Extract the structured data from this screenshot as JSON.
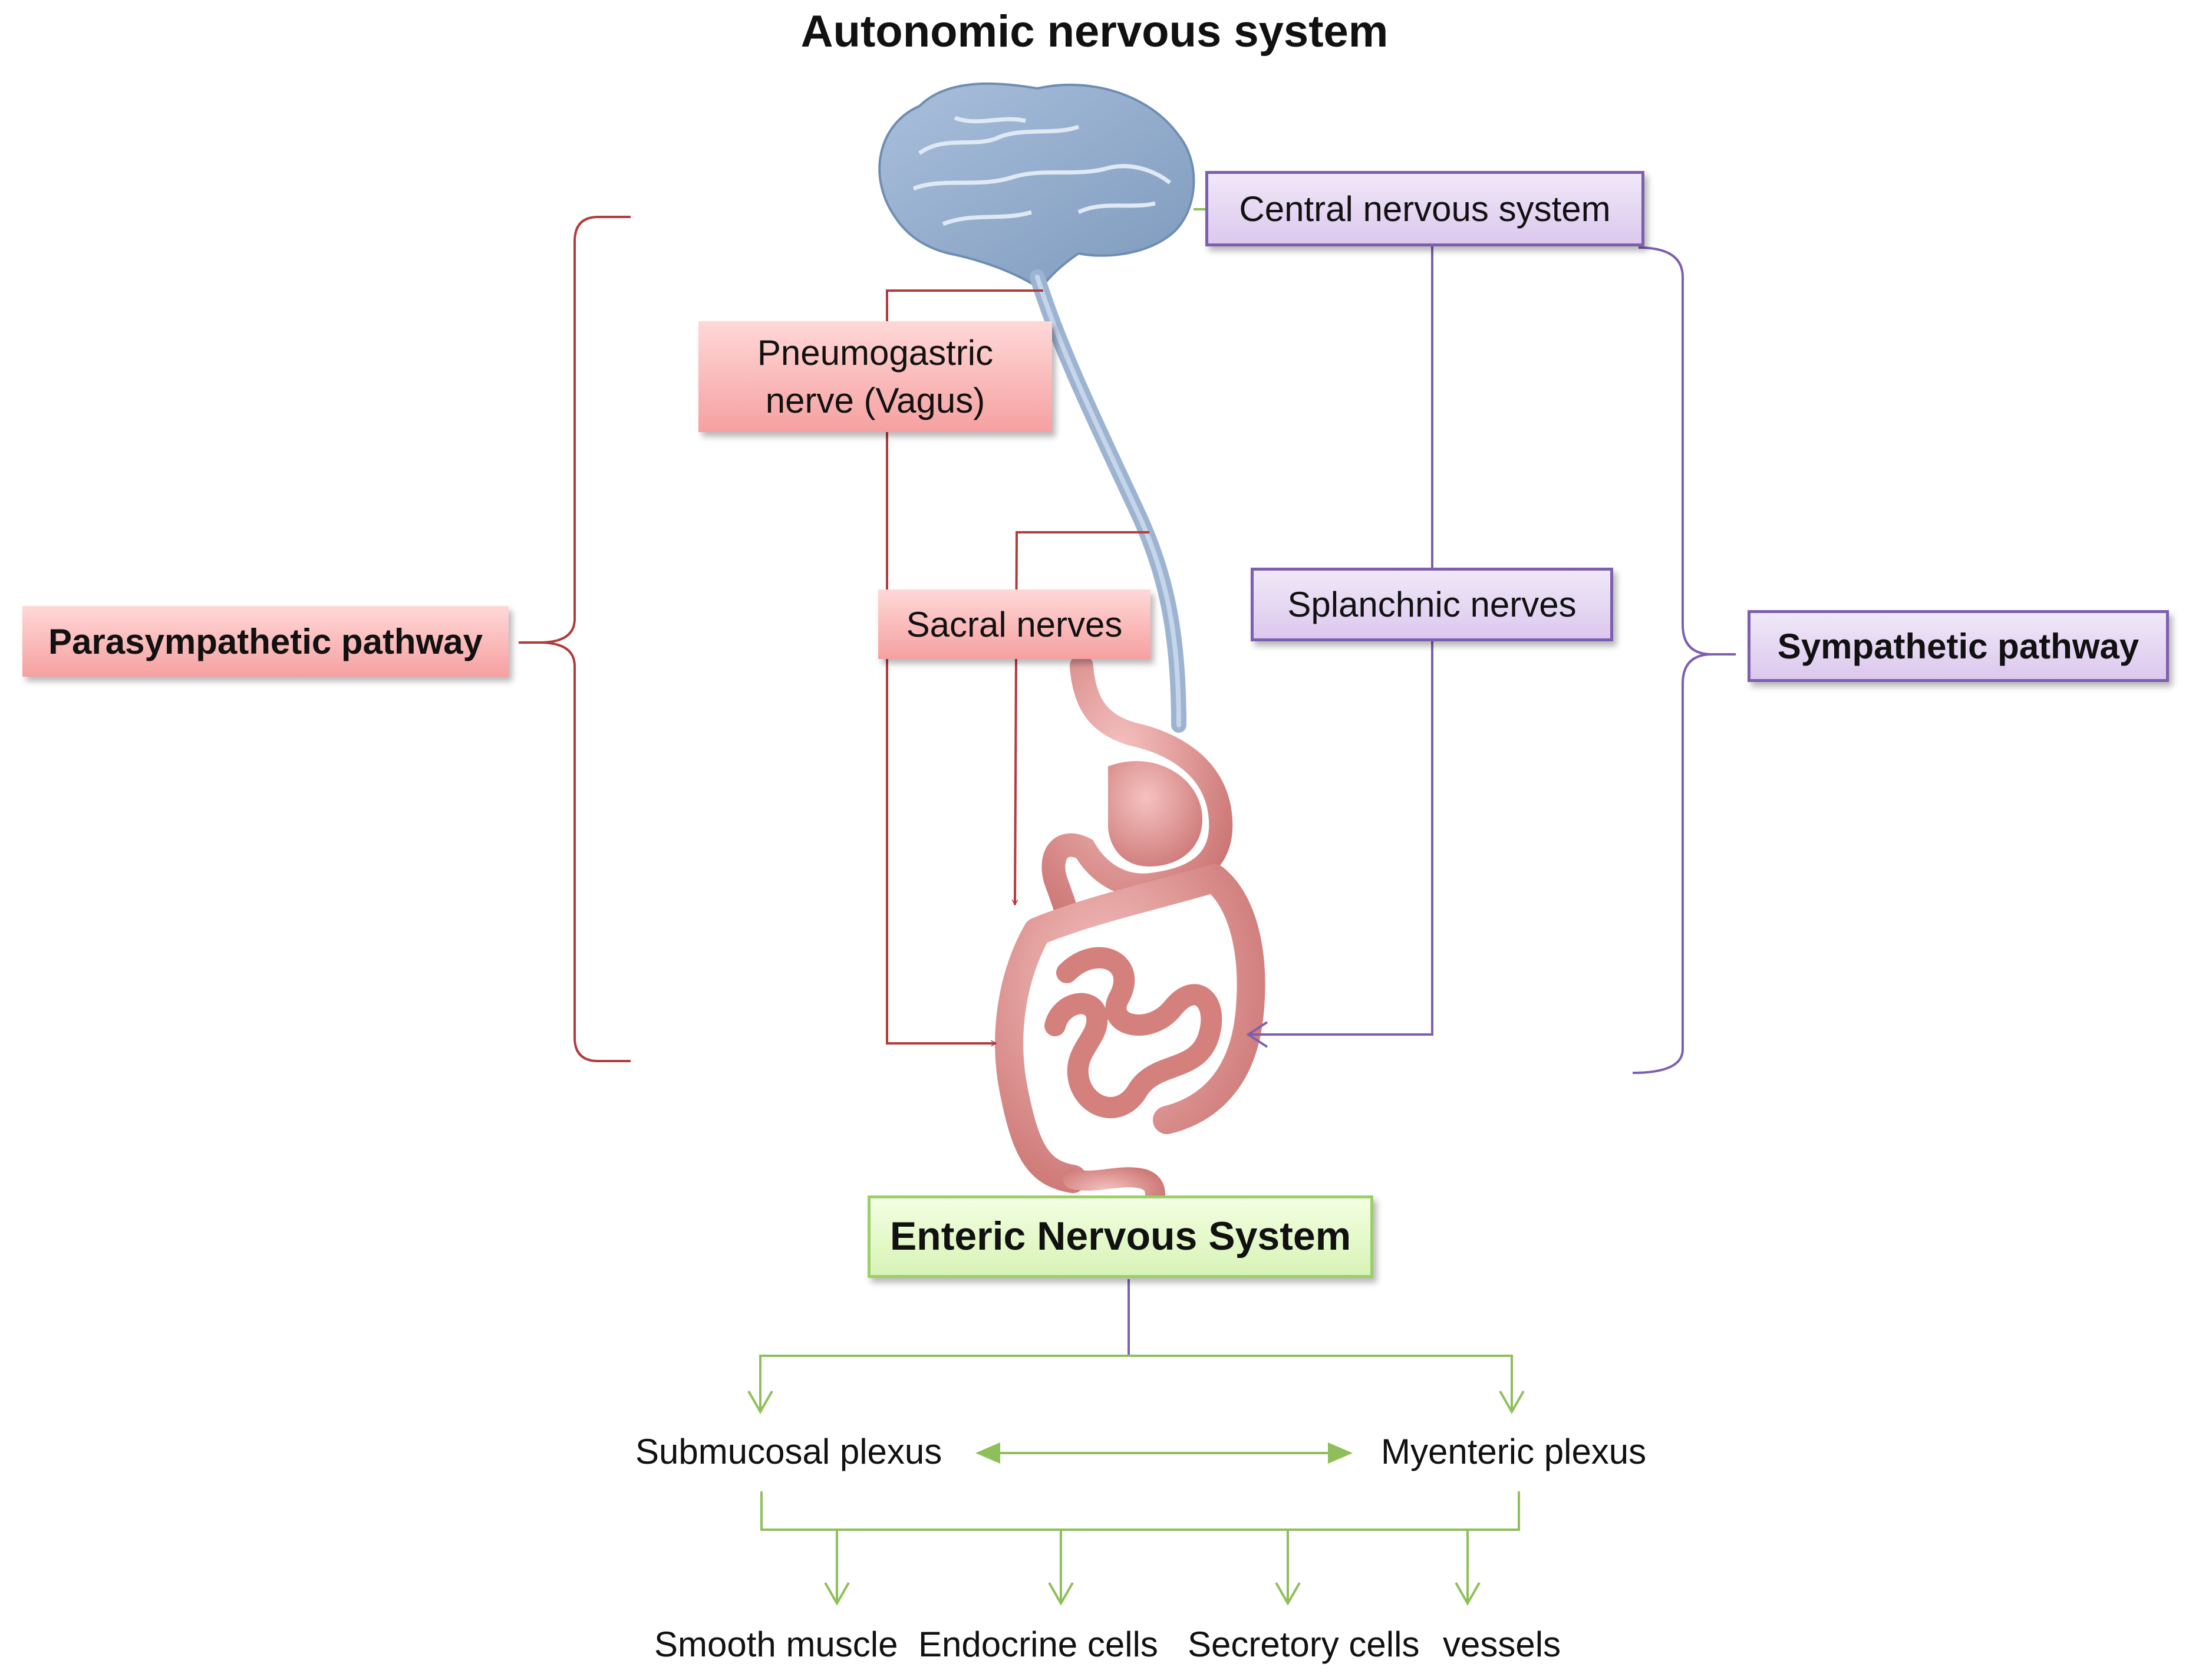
{
  "title": "Autonomic nervous system",
  "boxes": {
    "cns": "Central nervous system",
    "vagus_line1": "Pneumogastric",
    "vagus_line2": "nerve (Vagus)",
    "sacral": "Sacral nerves",
    "splanchnic": "Splanchnic nerves",
    "parasympathetic": "Parasympathetic pathway",
    "sympathetic": "Sympathetic pathway",
    "enteric": "Enteric Nervous System"
  },
  "plexus": {
    "submucosal": "Submucosal plexus",
    "myenteric": "Myenteric plexus"
  },
  "targets": [
    "Smooth muscle",
    "Endocrine cells",
    "Secretory cells",
    "vessels"
  ],
  "colors": {
    "parasympathetic_line": "#b23b3b",
    "sympathetic_line": "#7d5fb0",
    "enteric_line": "#8fbf5a",
    "brain": "#8fa9c9",
    "gut": "#dc8f8f"
  },
  "icons": [
    "brain-illustration",
    "digestive-tract-illustration"
  ]
}
